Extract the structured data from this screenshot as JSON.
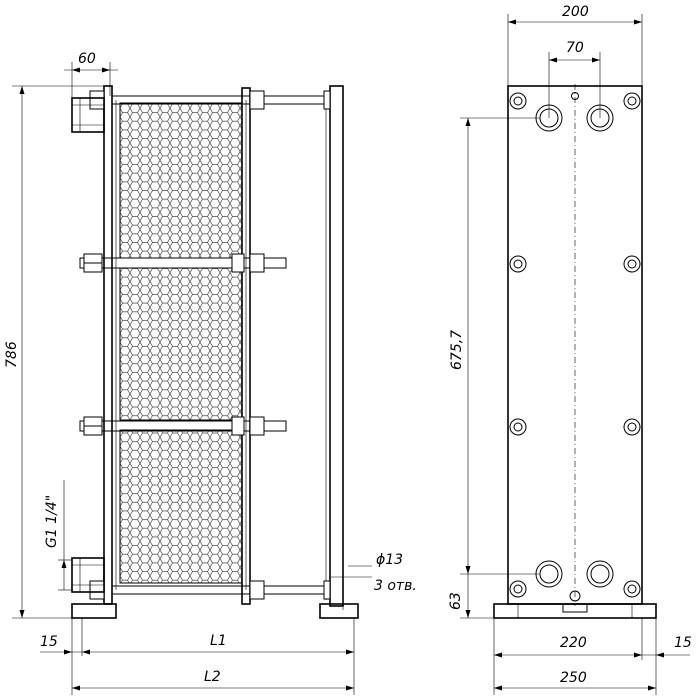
{
  "side_view": {
    "dim_connection_offset": "60",
    "dim_overall_height": "786",
    "dim_connection_thread": "G1 1/4\"",
    "dim_hole_diameter": "ϕ13",
    "dim_hole_count": "3 отв.",
    "dim_foot_offset": "15",
    "dim_length_1": "L1",
    "dim_length_2": "L2"
  },
  "front_view": {
    "dim_overall_width": "200",
    "dim_port_spacing": "70",
    "dim_port_center_height": "675,7",
    "dim_bottom_port_height": "63",
    "dim_foot_spacing": "220",
    "dim_foot_offset": "15",
    "dim_base_width": "250"
  },
  "colors": {
    "line": "#000000",
    "background": "#ffffff"
  }
}
